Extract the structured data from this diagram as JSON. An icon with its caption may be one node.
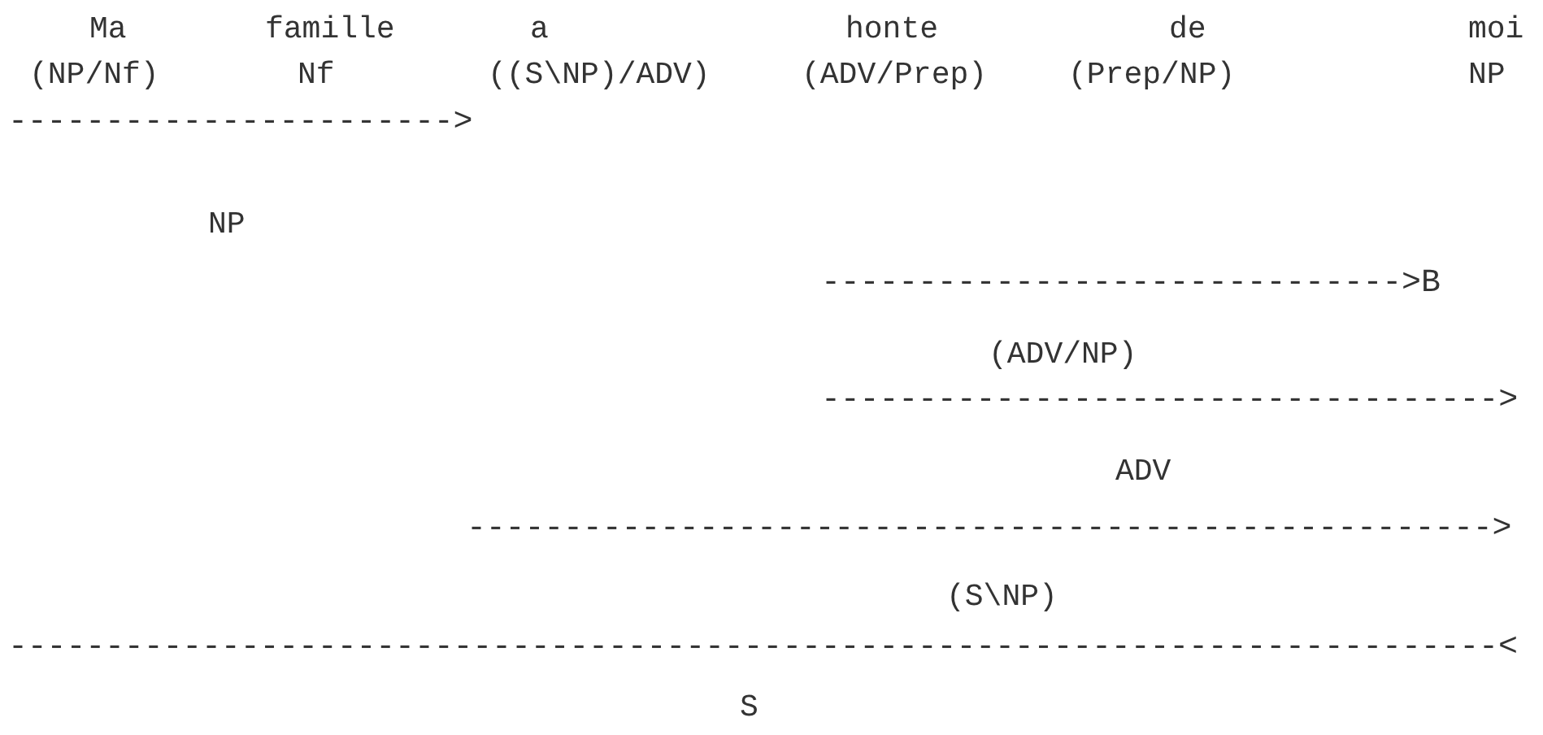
{
  "diagram": {
    "labels": [
      "Ma",
      "famille",
      "a",
      "honte",
      "de",
      "moi",
      "(NP/Nf)",
      "Nf",
      "((S\\NP)/ADV)",
      "(ADV/Prep)",
      "(Prep/NP)",
      "NP",
      "----------------------->",
      "NP",
      "------------------------------>B",
      "(ADV/NP)",
      "----------------------------------->",
      "ADV",
      "----------------------------------------------------->",
      "(S\\NP)",
      "-----------------------------------------------------------------------------<",
      "S"
    ]
  }
}
